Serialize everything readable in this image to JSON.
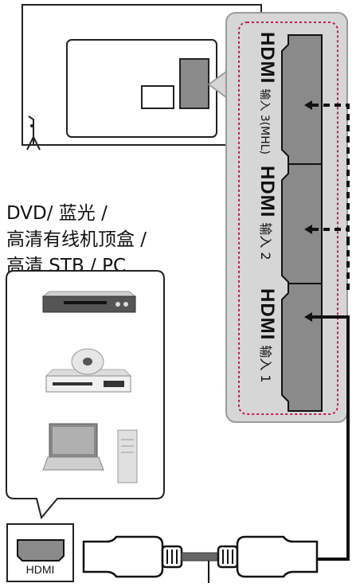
{
  "device_label": {
    "lines": [
      "DVD/ 蓝光 /",
      "高清有线机顶盒 /",
      "高清 STB / PC"
    ]
  },
  "tv_panel": {
    "ports": [
      {
        "brand": "HDMI",
        "label": "输入 3(MHL)",
        "connection": "dashed"
      },
      {
        "brand": "HDMI",
        "label": "输入 2",
        "connection": "dashed"
      },
      {
        "brand": "HDMI",
        "label": "输入 1",
        "connection": "solid"
      }
    ]
  },
  "source_devices": {
    "icons": [
      "dvd-player-icon",
      "bluray-player-icon",
      "pc-icon"
    ],
    "port_label": "HDMI"
  },
  "colors": {
    "panel_fill": "#d6d6d6",
    "dashed_outline": "#c2185b",
    "port_fill": "#8a8a8a",
    "line": "#111111"
  }
}
